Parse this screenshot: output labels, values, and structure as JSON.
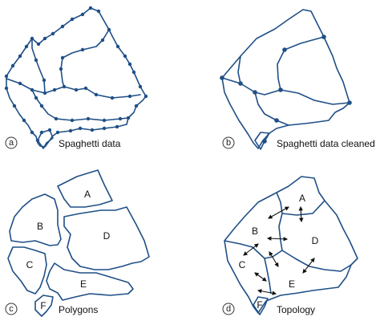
{
  "panels": [
    {
      "letter": "a",
      "caption": "Spaghetti data"
    },
    {
      "letter": "b",
      "caption": "Spaghetti data cleaned"
    },
    {
      "letter": "c",
      "caption": "Polygons",
      "polygon_labels": [
        "A",
        "B",
        "C",
        "D",
        "E",
        "F"
      ]
    },
    {
      "letter": "d",
      "caption": "Topology",
      "polygon_labels": [
        "A",
        "B",
        "C",
        "D",
        "E",
        "F"
      ]
    }
  ],
  "colors": {
    "line": "#1f4f86",
    "arrow": "#111111"
  }
}
